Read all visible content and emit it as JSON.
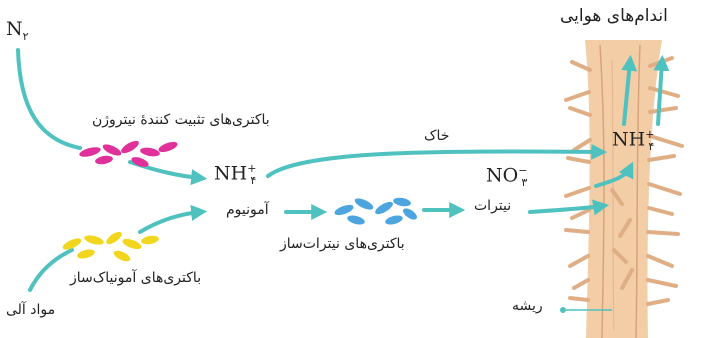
{
  "labels": {
    "aerial_organs": "اندام‌های هوایی",
    "n2": "N",
    "n2_sub": "۲",
    "fixing_bacteria": "باکتری‌های تثبیت کنندهٔ نیتروژن",
    "soil": "خاک",
    "nh4_left": "NH",
    "nh4_left_sup": "+",
    "nh4_left_sub": "۴",
    "ammonium": "آمونیوم",
    "no3": "NO",
    "no3_sup": "−",
    "no3_sub": "۳",
    "nitrate": "نیترات",
    "nitrifying_bacteria": "باکتری‌های نیترات‌ساز",
    "ammonifying_bacteria": "باکتری‌های آمونیاک‌ساز",
    "organic_matter": "مواد آلی",
    "nh4_root": "NH",
    "nh4_root_sup": "+",
    "nh4_root_sub": "۴",
    "root": "ریشه"
  },
  "colors": {
    "arrow": "#4fc2c0",
    "fixing_bacteria": "#e0319a",
    "nitrifying_bacteria": "#4da5e0",
    "ammonifying_bacteria": "#f2d61e",
    "root": "#f2cda6",
    "root_dark": "#d7a37a"
  }
}
